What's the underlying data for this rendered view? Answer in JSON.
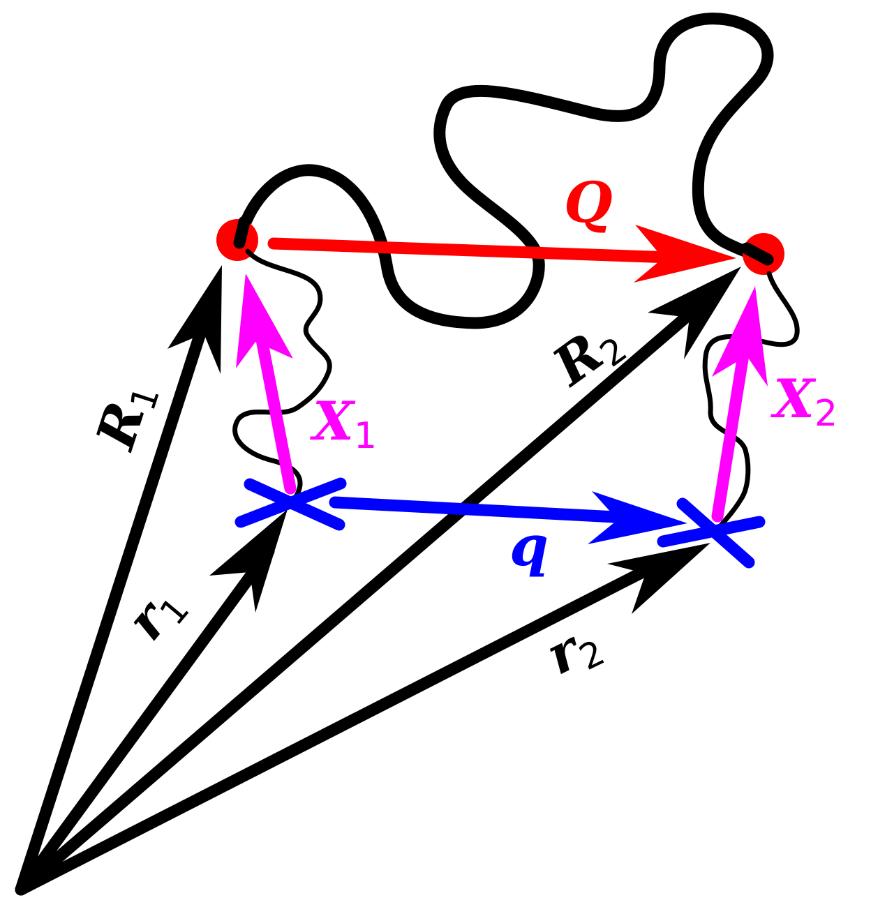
{
  "colors": {
    "black": "#000000",
    "red": "#ff0000",
    "magenta": "#ff00ff",
    "blue": "#0000ff"
  },
  "labels": {
    "R1": {
      "main": "R",
      "sub": "1"
    },
    "R2": {
      "main": "R",
      "sub": "2"
    },
    "r1": {
      "main": "r",
      "sub": "1"
    },
    "r2": {
      "main": "r",
      "sub": "2"
    },
    "X1": {
      "main": "X",
      "sub": "1"
    },
    "X2": {
      "main": "X",
      "sub": "2"
    },
    "Q": {
      "main": "Q"
    },
    "q": {
      "main": "q"
    }
  }
}
